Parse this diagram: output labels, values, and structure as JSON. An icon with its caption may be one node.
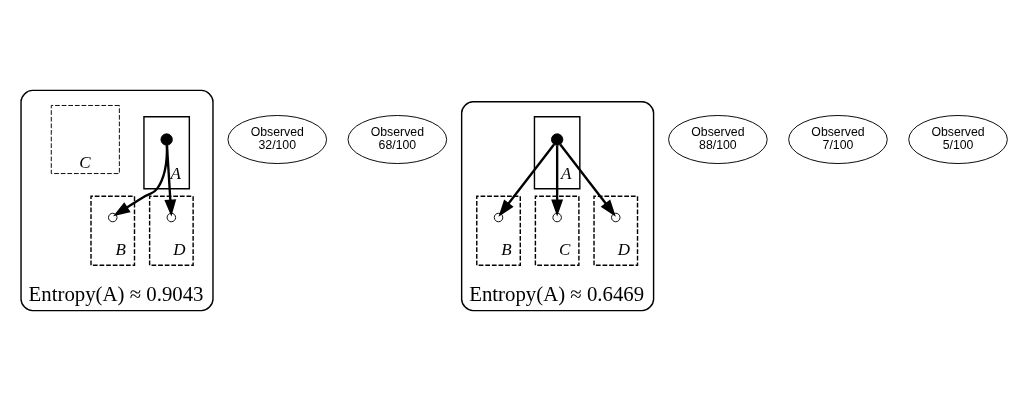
{
  "diagram": {
    "nodes": [
      {
        "text": [
          "Entropy(A) ≈ 0.9043"
        ]
      },
      {
        "text": [
          "B"
        ],
        "in": 0
      },
      {
        "text": [
          "C"
        ],
        "in": 0
      },
      {
        "text": [
          "A"
        ],
        "in": 0
      },
      {
        "text": [
          "D"
        ],
        "in": 0
      },
      {
        "text": [],
        "shape": "circle",
        "in": 1
      },
      {
        "text": [],
        "shape": "circle",
        "in": 3
      },
      {
        "text": [],
        "shape": "circle",
        "in": 4
      },
      {
        "text": [
          "Observed 32/100"
        ]
      },
      {
        "text": [
          "Observed 68/100"
        ]
      },
      {
        "text": [
          "Entropy(A) ≈ 0.6469"
        ]
      },
      {
        "text": [
          "B"
        ],
        "in": 10
      },
      {
        "text": [
          "C"
        ],
        "in": 10
      },
      {
        "text": [
          "A"
        ],
        "in": 10
      },
      {
        "text": [
          "D"
        ],
        "in": 10
      },
      {
        "text": [],
        "shape": "circle",
        "in": 11
      },
      {
        "text": [],
        "shape": "circle",
        "in": 12
      },
      {
        "text": [],
        "shape": "circle",
        "in": 13
      },
      {
        "text": [],
        "shape": "circle",
        "in": 14
      },
      {
        "text": [
          "Observed 88/100"
        ]
      },
      {
        "text": [
          "Observed 7/100"
        ]
      },
      {
        "text": [
          "Observed 5/100"
        ]
      }
    ],
    "edges": [
      {
        "from": 6,
        "to": 5,
        "arrow": "to"
      },
      {
        "from": 6,
        "to": 7,
        "arrow": "to"
      },
      {
        "from": 17,
        "to": 15,
        "arrow": "to"
      },
      {
        "from": 17,
        "to": 16,
        "arrow": "to"
      },
      {
        "from": 17,
        "to": 18,
        "arrow": "to"
      }
    ]
  }
}
